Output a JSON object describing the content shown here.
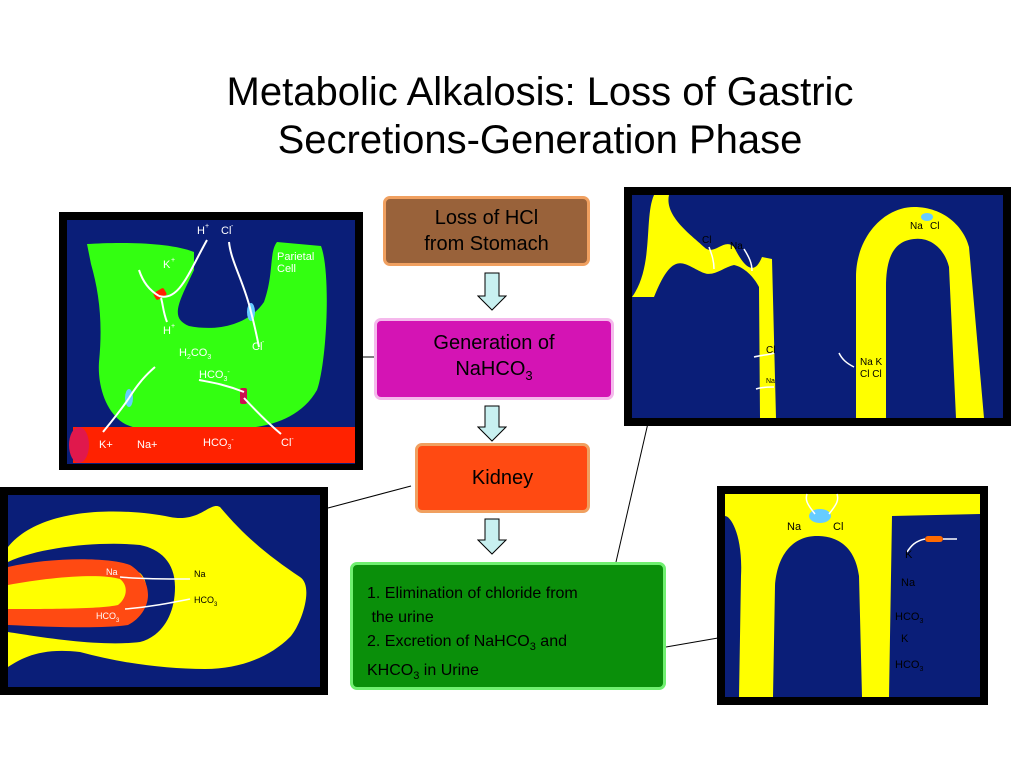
{
  "title": {
    "line1": "Metabolic Alkalosis: Loss of Gastric",
    "line2": "Secretions-Generation Phase"
  },
  "flow": {
    "step1": {
      "line1": "Loss of HCl",
      "line2": "from Stomach"
    },
    "step2": {
      "line1": "Generation of",
      "line2_main": "NaHCO",
      "line2_sub": "3"
    },
    "step3": {
      "label": "Kidney"
    },
    "step4": {
      "line1": "1. Elimination of chloride from",
      "line2": " the urine",
      "line3_a": "2. Excretion of NaHCO",
      "line3_sub": "3",
      "line3_b": " and",
      "line4_a": "KHCO",
      "line4_sub": "3",
      "line4_b": " in Urine"
    }
  },
  "panels": {
    "parietal": {
      "h": "H",
      "plus": "+",
      "cl": "Cl",
      "minus": "-",
      "k": "K",
      "cell_label_1": "Parietal",
      "cell_label_2": "Cell",
      "h_inner": "H",
      "h2co3_a": "H",
      "h2co3_sub1": "2",
      "h2co3_b": "CO",
      "h2co3_sub2": "3",
      "hco3": "HCO",
      "hco3_sub": "3",
      "cl_right": "Cl",
      "blood_k": "K+",
      "blood_na": "Na+",
      "blood_hco3": "HCO",
      "blood_hco3_sub": "3",
      "blood_cl": "Cl"
    },
    "tubule_top": {
      "cl1": "Cl",
      "na1": "Na",
      "cl2": "Cl",
      "na2": "Na",
      "na3": "Na",
      "cl3": "Cl",
      "na_k": "Na K",
      "cl_cl": "Cl Cl"
    },
    "loop": {
      "na_left": "Na",
      "hco3_left": "HCO",
      "hco3_left_sub": "3",
      "na_right": "Na",
      "hco3_right": "HCO",
      "hco3_right_sub": "3"
    },
    "collecting": {
      "na": "Na",
      "cl": "Cl",
      "k1": "K",
      "na2": "Na",
      "hco3_1": "HCO",
      "hco3_sub": "3",
      "k2": "K",
      "hco3_2": "HCO"
    }
  },
  "colors": {
    "navy": "#0a1e78",
    "yellow": "#ffff00",
    "green": "#33ff11",
    "red": "#ff2200"
  }
}
